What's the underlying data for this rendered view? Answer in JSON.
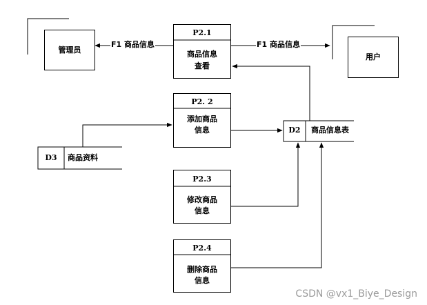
{
  "externals": {
    "admin": "管理员",
    "user": "用户"
  },
  "processes": {
    "p21": {
      "id": "P2.1",
      "name": [
        "商品信息",
        "查看"
      ]
    },
    "p22": {
      "id": "P2. 2",
      "name": [
        "添加商品",
        "信息"
      ]
    },
    "p23": {
      "id": "P2.3",
      "name": [
        "修改商品",
        "信息"
      ]
    },
    "p24": {
      "id": "P2.4",
      "name": [
        "删除商品",
        "信息"
      ]
    }
  },
  "stores": {
    "d2": {
      "id": "D2",
      "name": "商品信息表"
    },
    "d3": {
      "id": "D3",
      "name": "商品资料"
    }
  },
  "flows": {
    "to_admin": "F1 商品信息",
    "to_user": "F1 商品信息"
  },
  "watermark": "CSDN @vx1_Biye_Design"
}
